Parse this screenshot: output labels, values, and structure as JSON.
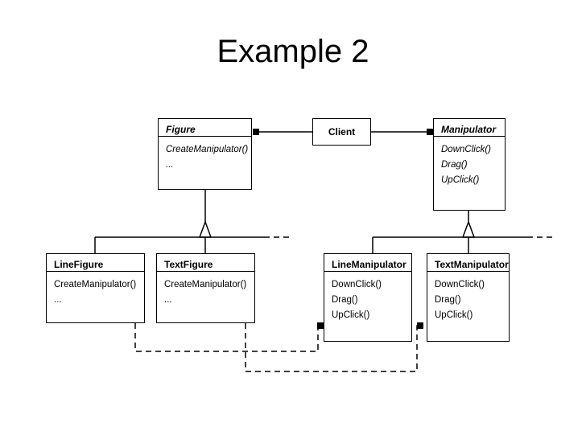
{
  "title": "Example 2",
  "classes": {
    "figure": {
      "name": "Figure",
      "ops": [
        "CreateManipulator()",
        "..."
      ]
    },
    "client": {
      "name": "Client"
    },
    "manipulator": {
      "name": "Manipulator",
      "ops": [
        "DownClick()",
        "Drag()",
        "UpClick()"
      ]
    },
    "line_figure": {
      "name": "LineFigure",
      "ops": [
        "CreateManipulator()",
        "..."
      ]
    },
    "text_figure": {
      "name": "TextFigure",
      "ops": [
        "CreateManipulator()",
        "..."
      ]
    },
    "line_manipulator": {
      "name": "LineManipulator",
      "ops": [
        "DownClick()",
        "Drag()",
        "UpClick()"
      ]
    },
    "text_manipulator": {
      "name": "TextManipulator",
      "ops": [
        "DownClick()",
        "Drag()",
        "UpClick()"
      ]
    }
  }
}
